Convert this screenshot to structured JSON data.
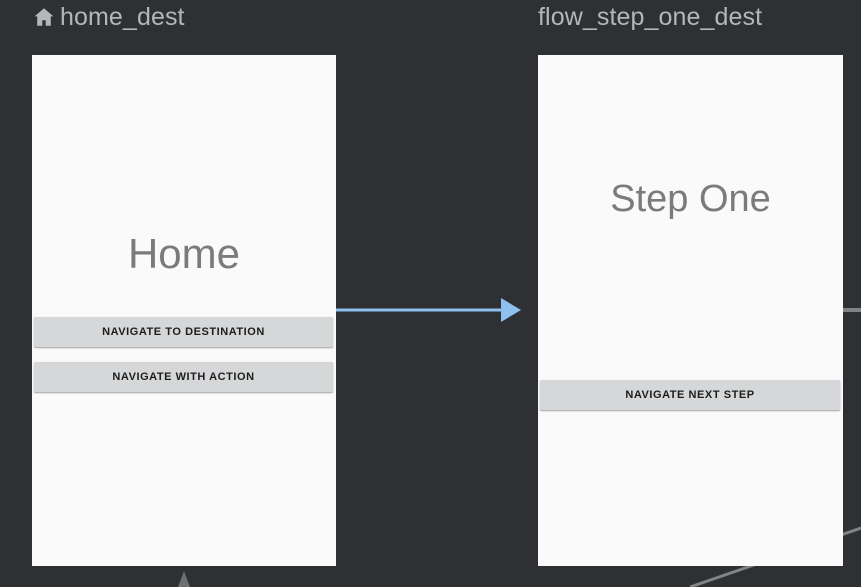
{
  "canvas": {
    "background_color": "#2e3033",
    "connector_color": "#8ec1f0",
    "offscreen_connector_color": "#808487"
  },
  "nodes": [
    {
      "id": "home_dest",
      "title": "home_dest",
      "icon": "home-icon",
      "has_start_icon": true,
      "surface_color": "#fafafa",
      "screen": {
        "label": "Home",
        "label_color": "#7b7b7b",
        "label_font_size": "42px",
        "buttons": [
          {
            "label": "NAVIGATE TO DESTINATION"
          },
          {
            "label": "NAVIGATE WITH ACTION"
          }
        ]
      }
    },
    {
      "id": "flow_step_one_dest",
      "title": "flow_step_one_dest",
      "icon": "",
      "has_start_icon": false,
      "surface_color": "#fafafa",
      "screen": {
        "label": "Step One",
        "label_color": "#7b7b7b",
        "label_font_size": "38px",
        "buttons": [
          {
            "label": "NAVIGATE NEXT STEP"
          }
        ]
      }
    }
  ]
}
